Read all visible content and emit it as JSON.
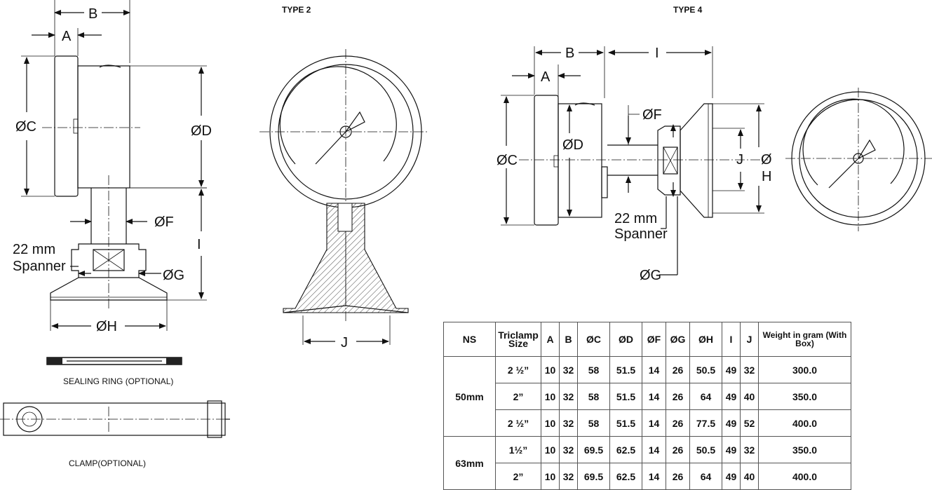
{
  "type_labels": {
    "type2": "TYPE 2",
    "type4": "TYPE 4"
  },
  "dims": {
    "a": "A",
    "b": "B",
    "c": "ØC",
    "d": "ØD",
    "f": "ØF",
    "g": "ØG",
    "h": "ØH",
    "i": "I",
    "j": "J",
    "h4_top": "Ø",
    "h4_bottom": "H",
    "spanner_top": "22 mm",
    "spanner_bottom": "Spanner"
  },
  "captions": {
    "sealing_ring": "SEALING RING (OPTIONAL)",
    "clamp": "CLAMP(OPTIONAL)"
  },
  "table": {
    "headers": [
      "NS",
      "Triclamp Size",
      "A",
      "B",
      "ØC",
      "ØD",
      "ØF",
      "ØG",
      "ØH",
      "I",
      "J",
      "Weight in gram (With Box)"
    ],
    "groups": [
      {
        "ns": "50mm",
        "rows": [
          [
            "2 ½”",
            "10",
            "32",
            "58",
            "51.5",
            "14",
            "26",
            "50.5",
            "49",
            "32",
            "300.0"
          ],
          [
            "2”",
            "10",
            "32",
            "58",
            "51.5",
            "14",
            "26",
            "64",
            "49",
            "40",
            "350.0"
          ],
          [
            "2 ½”",
            "10",
            "32",
            "58",
            "51.5",
            "14",
            "26",
            "77.5",
            "49",
            "52",
            "400.0"
          ]
        ]
      },
      {
        "ns": "63mm",
        "rows": [
          [
            "1½”",
            "10",
            "32",
            "69.5",
            "62.5",
            "14",
            "26",
            "50.5",
            "49",
            "32",
            "350.0"
          ],
          [
            "2”",
            "10",
            "32",
            "69.5",
            "62.5",
            "14",
            "26",
            "64",
            "49",
            "40",
            "400.0"
          ]
        ]
      }
    ]
  }
}
